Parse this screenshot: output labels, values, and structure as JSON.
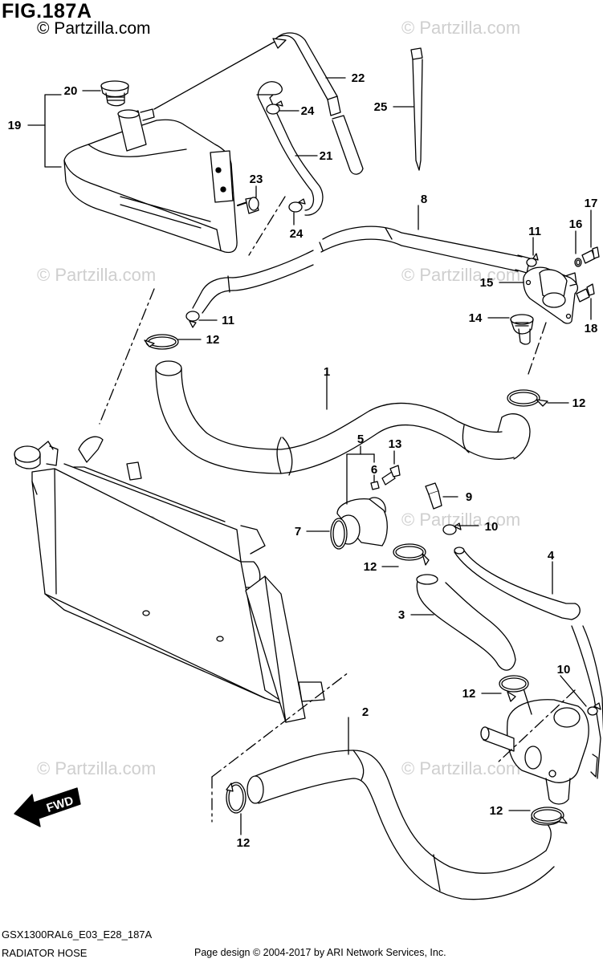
{
  "figure": {
    "title": "FIG.187A",
    "copyright": "© Partzilla.com"
  },
  "watermark": "© Partzilla.com",
  "callouts": {
    "c1": "1",
    "c2": "2",
    "c3": "3",
    "c4": "4",
    "c5": "5",
    "c6": "6",
    "c7": "7",
    "c8": "8",
    "c9": "9",
    "c10": "10",
    "c11": "11",
    "c12": "12",
    "c13": "13",
    "c14": "14",
    "c15": "15",
    "c16": "16",
    "c17": "17",
    "c18": "18",
    "c19": "19",
    "c20": "20",
    "c21": "21",
    "c22": "22",
    "c23": "23",
    "c24": "24",
    "c25": "25"
  },
  "fwd_label": "FWD",
  "footer": {
    "code": "GSX1300RAL6_E03_E28_187A",
    "title": "RADIATOR HOSE",
    "credit": "Page design © 2004-2017 by ARI Network Services, Inc."
  }
}
